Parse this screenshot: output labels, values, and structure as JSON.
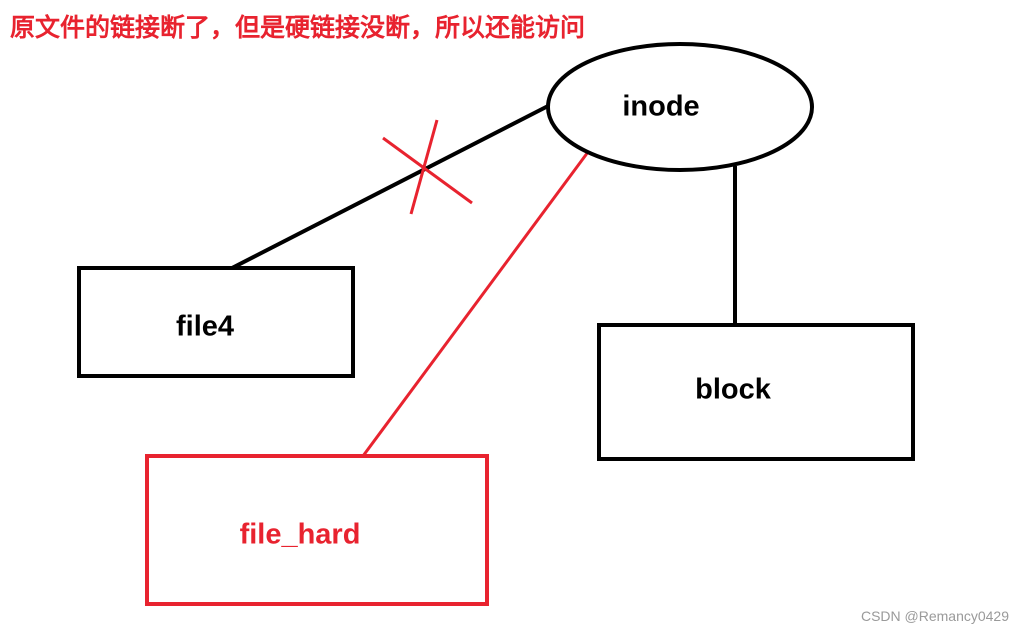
{
  "caption": {
    "text": "原文件的链接断了，但是硬链接没断，所以还能访问",
    "color": "#e8232f"
  },
  "nodes": {
    "inode": {
      "label": "inode",
      "color": "#000000"
    },
    "file4": {
      "label": "file4",
      "color": "#000000"
    },
    "block": {
      "label": "block",
      "color": "#000000"
    },
    "file_hard": {
      "label": "file_hard",
      "color": "#e8232f"
    }
  },
  "links": {
    "inode_to_file4": {
      "status": "broken",
      "color": "#000000"
    },
    "inode_to_file_hard": {
      "status": "intact",
      "color": "#e8232f"
    },
    "inode_to_block": {
      "status": "intact",
      "color": "#000000"
    }
  },
  "break_mark": {
    "symbol": "cross",
    "color": "#e8232f"
  },
  "watermark": {
    "text": "CSDN @Remancy0429"
  }
}
